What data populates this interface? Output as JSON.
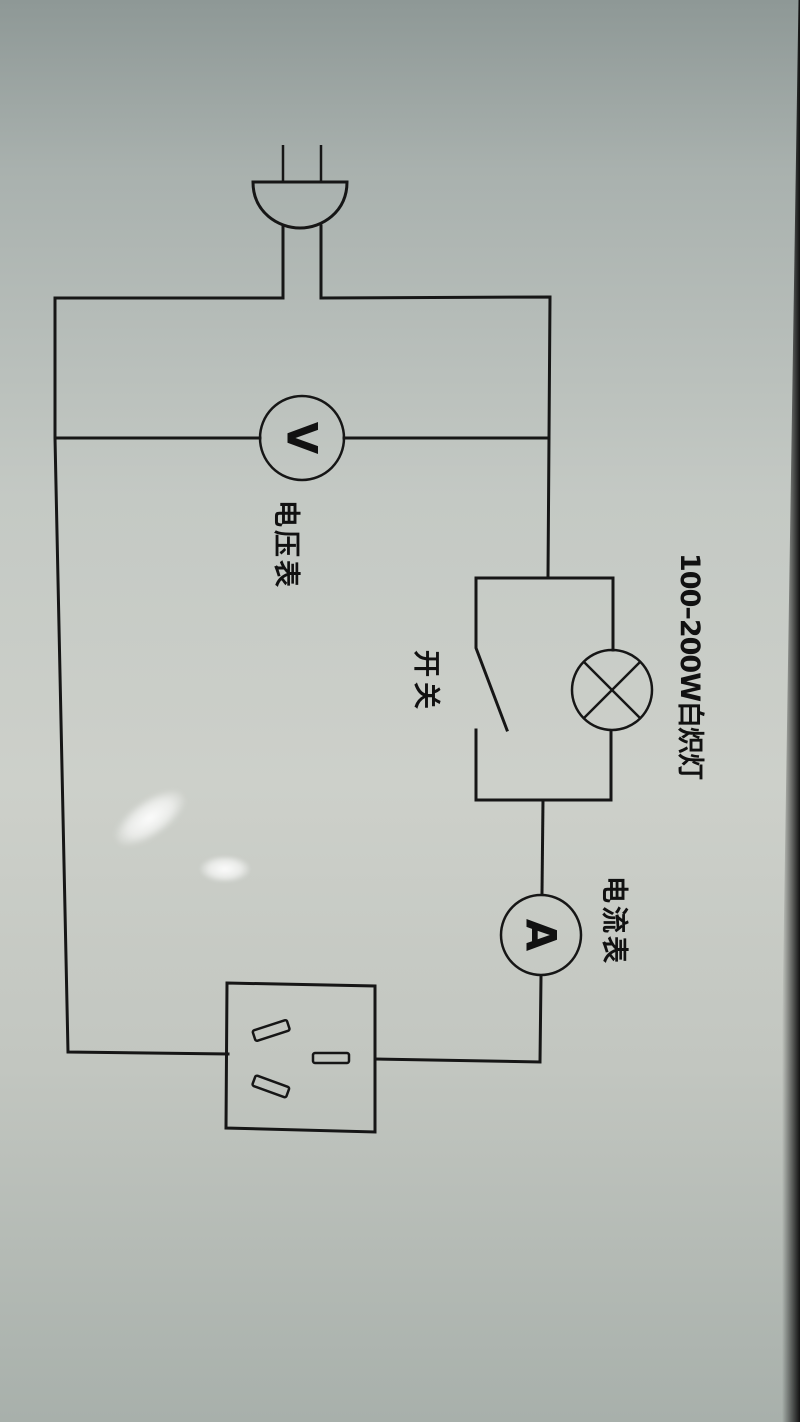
{
  "diagram": {
    "type": "circuit-schematic",
    "orientation": "rotated-90-clockwise",
    "components": {
      "plug": {
        "name": "plug"
      },
      "voltmeter": {
        "symbol": "V",
        "label": "电压表"
      },
      "ammeter": {
        "symbol": "A",
        "label": "电流表"
      },
      "lamp": {
        "label": "100–200W白炽灯"
      },
      "switch": {
        "label": "开关"
      },
      "socket": {
        "name": "socket"
      }
    },
    "colors": {
      "line": "#161616",
      "background": "#c6cac4"
    }
  }
}
